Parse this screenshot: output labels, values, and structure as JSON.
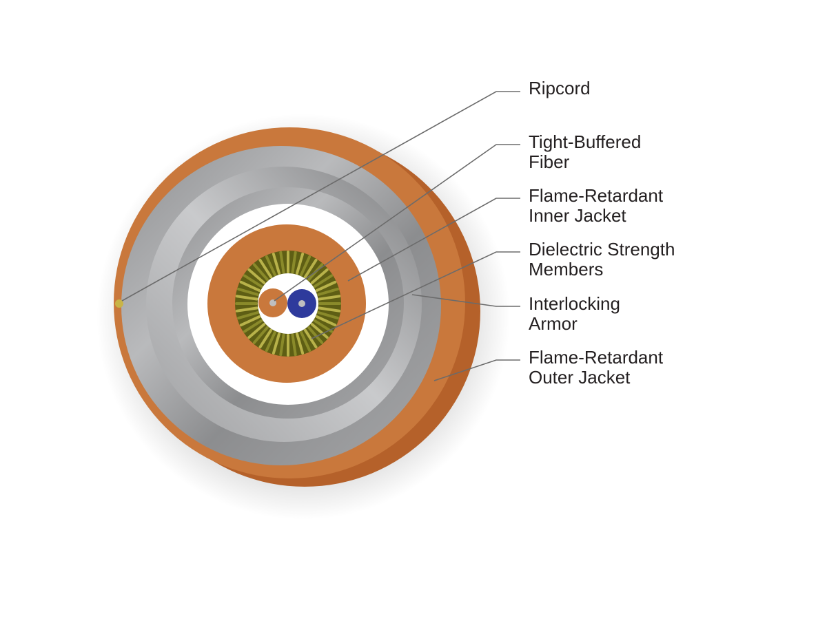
{
  "colors": {
    "jacket": "#c9783c",
    "jacket_side": "#b5612a",
    "armor": "#9a9b9d",
    "armor_light": "#c4c5c7",
    "strength": "#8a8a2a",
    "fiber_blue": "#2e3a9c",
    "fiber_core": "#bfbfbf",
    "ripcord": "#c8b446",
    "leader": "#6b6b6b"
  },
  "labels": [
    {
      "id": "ripcord",
      "text": "Ripcord"
    },
    {
      "id": "tight-buffered-fiber",
      "text": "Tight-Buffered\nFiber"
    },
    {
      "id": "inner-jacket",
      "text": "Flame-Retardant\nInner Jacket"
    },
    {
      "id": "strength-members",
      "text": "Dielectric Strength\nMembers"
    },
    {
      "id": "interlocking-armor",
      "text": "Interlocking\nArmor"
    },
    {
      "id": "outer-jacket",
      "text": "Flame-Retardant\nOuter Jacket"
    }
  ]
}
